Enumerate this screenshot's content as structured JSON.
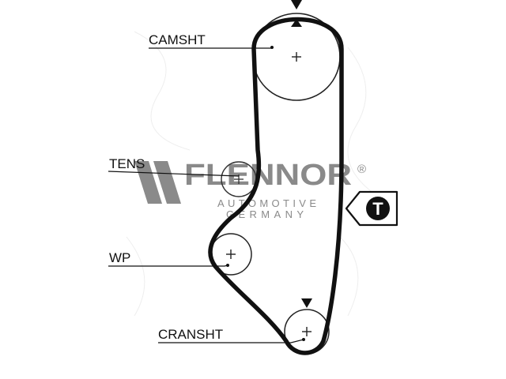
{
  "labels": {
    "camshaft": "CAMSHT",
    "tensioner": "TENS",
    "water_pump": "WP",
    "crankshaft": "CRANSHT"
  },
  "brand": {
    "name": "FLENNOR",
    "registered": "®",
    "tagline_line1": "AUTOMOTIVE",
    "tagline_line2": "GERMANY"
  },
  "tension_marker": {
    "letter": "T"
  },
  "colors": {
    "belt": "#111111",
    "pulley": "#222222",
    "watermark": "#8a8a8a",
    "background": "#ffffff"
  }
}
